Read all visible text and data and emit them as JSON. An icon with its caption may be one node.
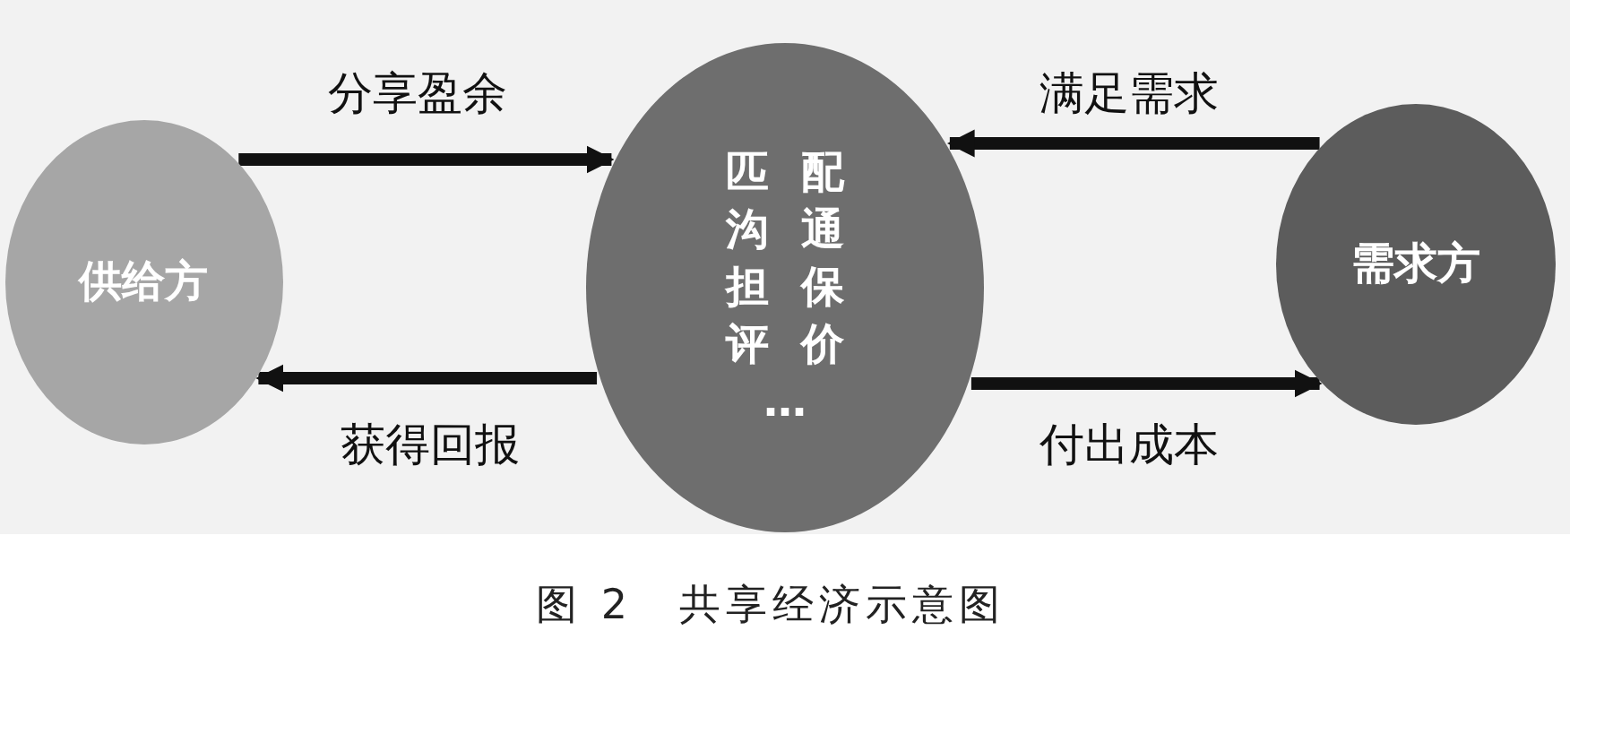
{
  "diagram": {
    "caption": "图 2　共享经济示意图",
    "nodes": [
      {
        "text": [
          "供给方"
        ]
      },
      {
        "text": [
          "匹配",
          "沟通",
          "担保",
          "评价",
          "…"
        ]
      },
      {
        "text": [
          "需求方"
        ]
      }
    ],
    "edges": [
      {
        "from": 0,
        "to": 1,
        "arrow": "to",
        "label": "分享盈余"
      },
      {
        "from": 1,
        "to": 0,
        "arrow": "to",
        "label": "获得回报"
      },
      {
        "from": 2,
        "to": 1,
        "arrow": "to",
        "label": "满足需求"
      },
      {
        "from": 1,
        "to": 2,
        "arrow": "to",
        "label": "付出成本"
      }
    ]
  }
}
